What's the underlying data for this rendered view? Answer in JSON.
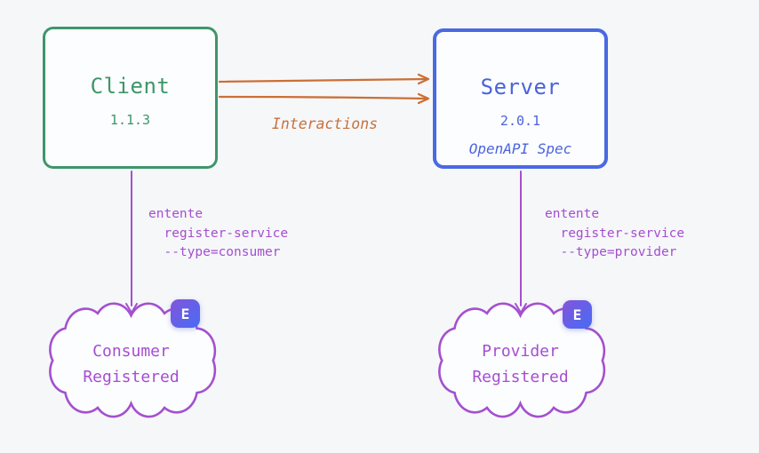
{
  "client_box": {
    "title": "Client",
    "version": "1.1.3"
  },
  "server_box": {
    "title": "Server",
    "version": "2.0.1",
    "spec_label": "OpenAPI Spec"
  },
  "interactions": {
    "label": "Interactions"
  },
  "consumer_flow": {
    "command": "entente\n  register-service\n  --type=consumer"
  },
  "provider_flow": {
    "command": "entente\n  register-service\n  --type=provider"
  },
  "consumer_cloud": {
    "label": "Consumer\nRegistered",
    "badge_letter": "E"
  },
  "provider_cloud": {
    "label": "Provider\nRegistered",
    "badge_letter": "E"
  },
  "colors": {
    "background": "#f6f7f9",
    "client_green": "#3e9669",
    "server_blue": "#4a69e2",
    "interaction_orange": "#c9703d",
    "entente_purple": "#a44ed0",
    "badge_gradient_start": "#7d57dd",
    "badge_gradient_end": "#4c6af2"
  }
}
